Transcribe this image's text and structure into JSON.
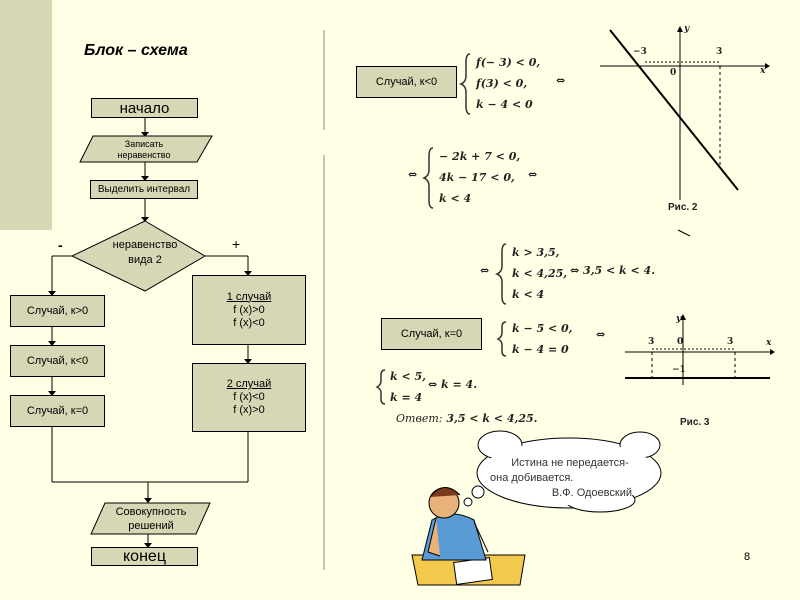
{
  "title": "Блок – схема",
  "page_number": "8",
  "flowchart": {
    "start": "начало",
    "write_inequality": [
      "Записать",
      "неравенство"
    ],
    "select_interval": "Выделить интервал",
    "decision": [
      "неравенство",
      "вида 2"
    ],
    "minus": "-",
    "plus": "+",
    "left_cases": [
      "Случай, к>0",
      "Случай, к<0",
      "Случай, к=0"
    ],
    "case1": {
      "title": "1 случай",
      "lines": [
        "f  (x)>0",
        "f  (x)<0"
      ]
    },
    "case2": {
      "title": "2 случай",
      "lines": [
        "f  (x)<0",
        "f  (x)>0"
      ]
    },
    "union": [
      "Совокупность",
      "решений"
    ],
    "end": "конец"
  },
  "right": {
    "case_lt": "Случай, к<0",
    "system1": [
      "f(− 3) < 0,",
      "f(3) < 0,",
      "k − 4 < 0"
    ],
    "system2": [
      "− 2k + 7 < 0,",
      "4k − 17 < 0,",
      "k < 4"
    ],
    "system3": [
      "k > 3,5,",
      "k < 4,25,",
      "k < 4"
    ],
    "result3": "⇔ 3,5 < k < 4.",
    "case_eq": "Случай, к=0",
    "system4": [
      "k − 5 < 0,",
      "k − 4 = 0"
    ],
    "system5": [
      "k < 5,",
      "k = 4"
    ],
    "result5": "⇔ k = 4.",
    "answer_label": "Ответ:",
    "answer_value": "3,5 < k < 4,25.",
    "equiv": "⇔",
    "fig2": {
      "caption": "Рис. 2",
      "ticks": [
        "−3",
        "3",
        "0"
      ],
      "x_axis": "x",
      "y_axis": "y"
    },
    "fig3": {
      "caption": "Рис. 3",
      "ticks": [
        "3",
        "0",
        "3",
        "−1"
      ],
      "x_axis": "x",
      "y_axis": "y"
    },
    "quote": [
      "Истина не передается-",
      "она добивается.",
      "В.Ф. Одоевский"
    ]
  }
}
